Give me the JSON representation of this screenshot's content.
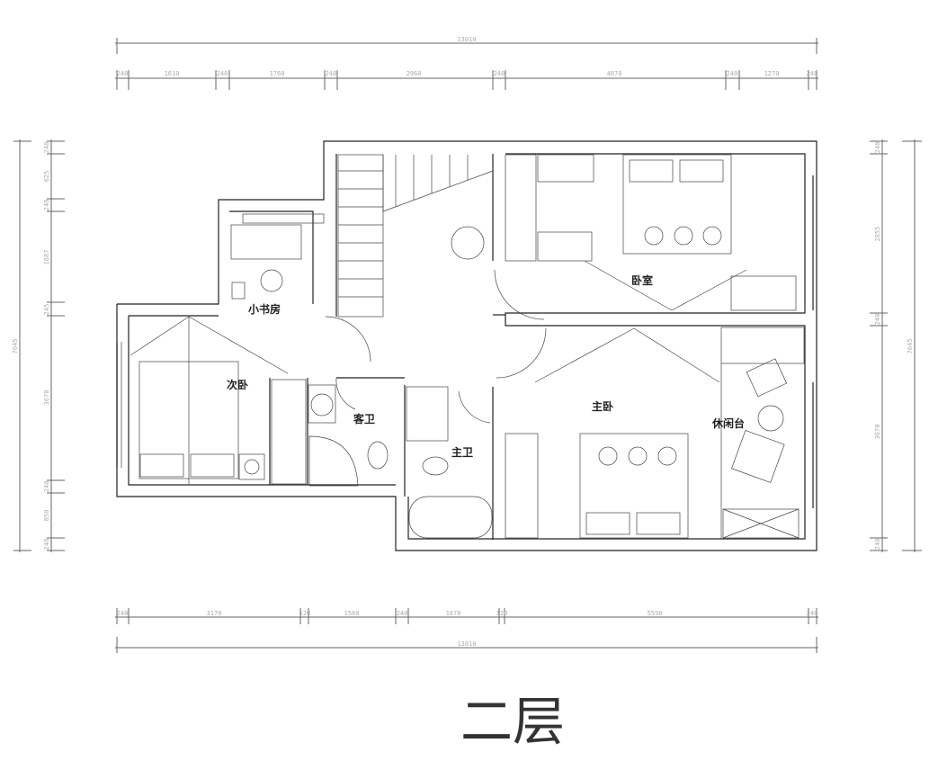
{
  "plan": {
    "title": "二层",
    "rooms": {
      "study": "小书房",
      "second_bedroom": "次卧",
      "guest_bath": "客卫",
      "master_bath": "主卫",
      "master_bedroom": "主卧",
      "bedroom": "卧室",
      "lounge": "休闲台"
    },
    "dims_top": {
      "total": "13010",
      "segments": [
        "240",
        "1610",
        "240",
        "1760",
        "240",
        "2960",
        "240",
        "4070",
        "240",
        "1270",
        "240"
      ]
    },
    "dims_bottom": {
      "total": "13010",
      "segments": [
        "240",
        "3170",
        "120",
        "1560",
        "240",
        "1670",
        "120",
        "5590",
        "240"
      ]
    },
    "dims_left": {
      "total": "7645",
      "segments": [
        "240",
        "625",
        "240",
        "1687",
        "245",
        "3670",
        "240",
        "850",
        "240"
      ]
    },
    "dims_right": {
      "total": "7645",
      "segments": [
        "240",
        "2855",
        "240",
        "3670",
        "240"
      ]
    }
  }
}
